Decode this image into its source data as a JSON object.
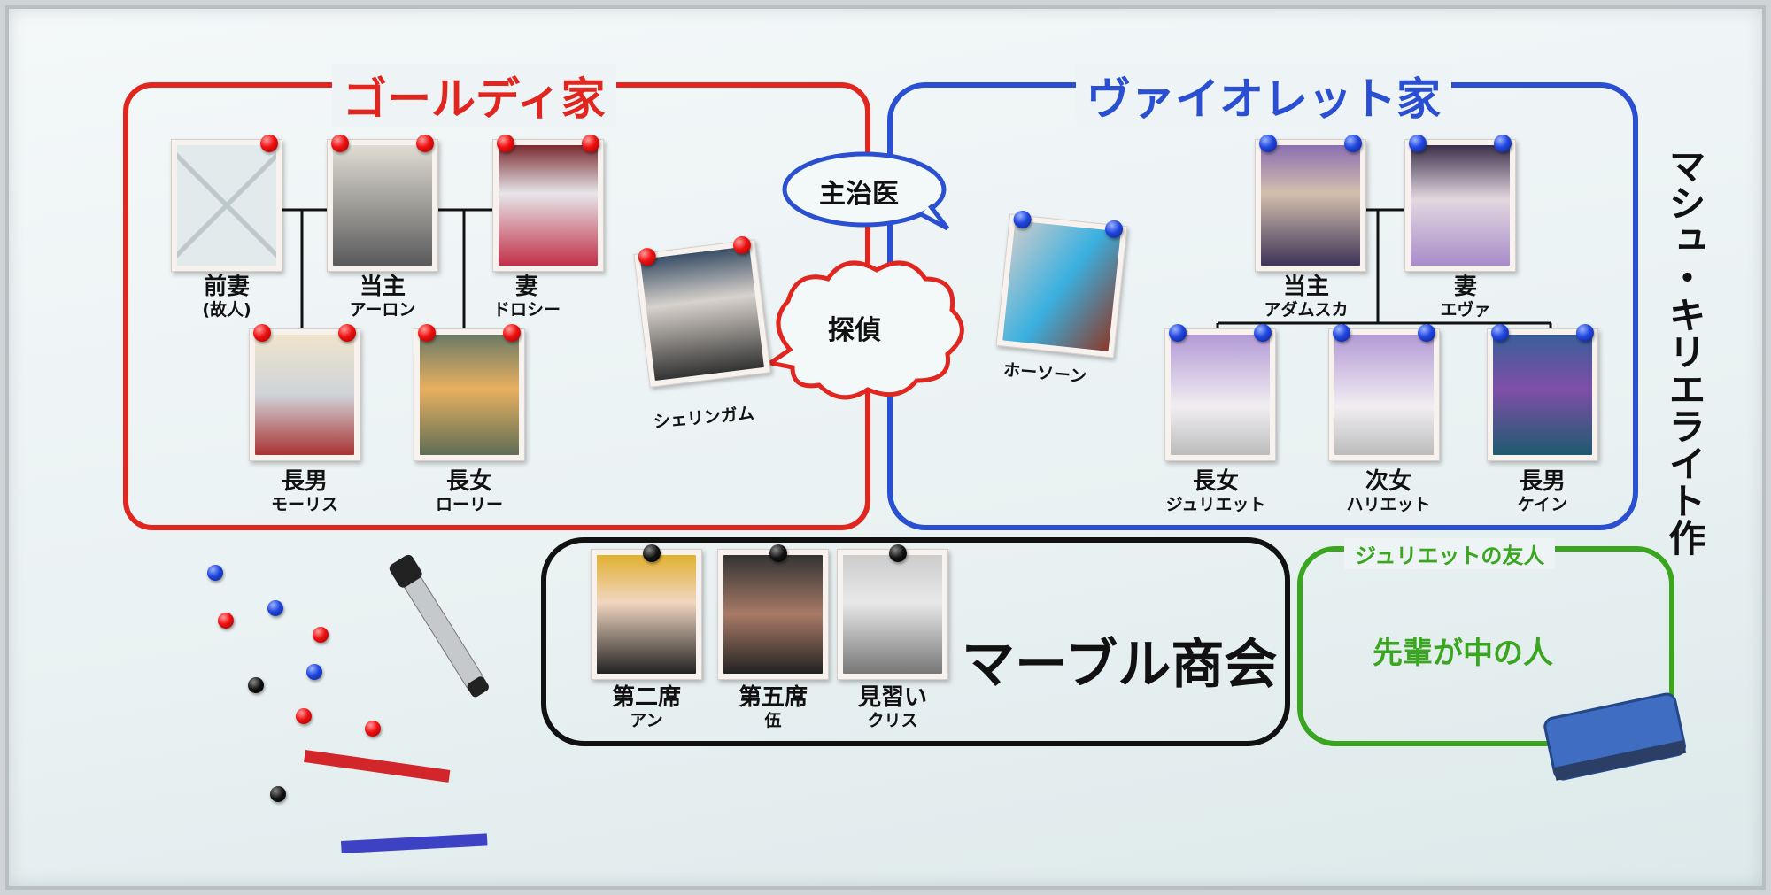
{
  "families": {
    "goldie": {
      "title": "ゴールディ家",
      "color": "#e0261f",
      "members": [
        {
          "role": "前妻",
          "name": "(故人)"
        },
        {
          "role": "当主",
          "name": "アーロン"
        },
        {
          "role": "妻",
          "name": "ドロシー"
        },
        {
          "role": "長男",
          "name": "モーリス"
        },
        {
          "role": "長女",
          "name": "ローリー"
        }
      ]
    },
    "violet": {
      "title": "ヴァイオレット家",
      "color": "#2a4fd0",
      "members": [
        {
          "role": "当主",
          "name": "アダムスカ"
        },
        {
          "role": "妻",
          "name": "エヴァ"
        },
        {
          "role": "長女",
          "name": "ジュリエット"
        },
        {
          "role": "次女",
          "name": "ハリエット"
        },
        {
          "role": "長男",
          "name": "ケイン"
        }
      ]
    },
    "marble": {
      "title": "マーブル商会",
      "color": "#111111",
      "members": [
        {
          "role": "第二席",
          "name": "アン"
        },
        {
          "role": "第五席",
          "name": "伍"
        },
        {
          "role": "見習い",
          "name": "クリス"
        }
      ]
    }
  },
  "independents": {
    "detective": "シェリンガム",
    "doctor": "ホーソーン"
  },
  "bubbles": {
    "doctor": "主治医",
    "detective": "探偵"
  },
  "friend_box": {
    "title": "ジュリエットの友人",
    "body": "先輩が中の人",
    "color": "#3aa51f"
  },
  "author": "マシュ・キリエライト作"
}
